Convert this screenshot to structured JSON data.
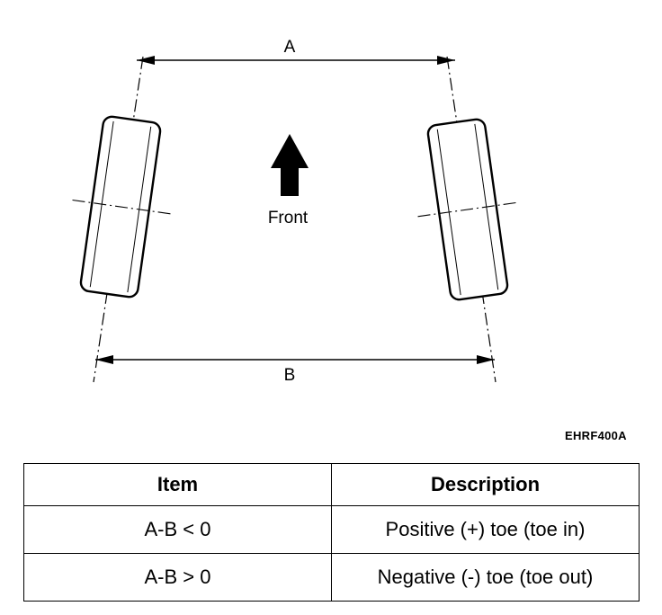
{
  "diagram": {
    "dimension_top": "A",
    "dimension_bottom": "B",
    "direction_label": "Front"
  },
  "figure_code": "EHRF400A",
  "table": {
    "headers": [
      "Item",
      "Description"
    ],
    "rows": [
      [
        "A-B < 0",
        "Positive (+) toe (toe in)"
      ],
      [
        "A-B > 0",
        "Negative (-) toe (toe out)"
      ]
    ]
  }
}
